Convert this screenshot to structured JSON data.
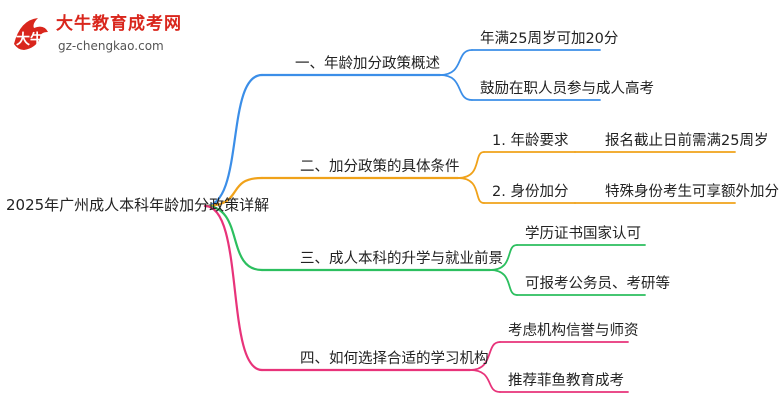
{
  "brand": {
    "name": "大牛教育成考网",
    "url": "gz-chengkao.com",
    "badge_glyph": "大牛"
  },
  "root": {
    "label": "2025年广州成人本科年龄加分政策详解"
  },
  "branches": [
    {
      "label": "一、年龄加分政策概述",
      "color": "#3b8ee8",
      "children": [
        {
          "label": "年满25周岁可加20分"
        },
        {
          "label": "鼓励在职人员参与成人高考"
        }
      ]
    },
    {
      "label": "二、加分政策的具体条件",
      "color": "#f0a21a",
      "children": [
        {
          "label": "1. 年龄要求",
          "detail": "报名截止日前需满25周岁"
        },
        {
          "label": "2. 身份加分",
          "detail": "特殊身份考生可享额外加分"
        }
      ]
    },
    {
      "label": "三、成人本科的升学与就业前景",
      "color": "#2cbf5f",
      "children": [
        {
          "label": "学历证书国家认可"
        },
        {
          "label": "可报考公务员、考研等"
        }
      ]
    },
    {
      "label": "四、如何选择合适的学习机构",
      "color": "#e8337a",
      "children": [
        {
          "label": "考虑机构信誉与师资"
        },
        {
          "label": "推荐菲鱼教育成考"
        }
      ]
    }
  ]
}
